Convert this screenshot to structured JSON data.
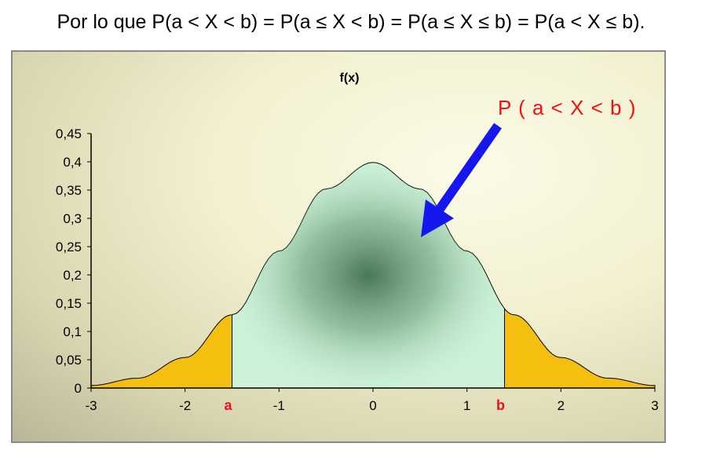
{
  "header": {
    "text": "Por lo que P(a < X < b) = P(a ≤ X < b) = P(a ≤ X ≤ b) = P(a < X ≤ b)."
  },
  "chart_data": {
    "type": "area",
    "title": "f(x)",
    "xlabel": "",
    "ylabel": "",
    "xlim": [
      -3,
      3
    ],
    "ylim": [
      0,
      0.45
    ],
    "x_ticks": [
      "-3",
      "-2",
      "-1",
      "0",
      "1",
      "2",
      "3"
    ],
    "y_ticks": [
      "0",
      "0,05",
      "0,1",
      "0,15",
      "0,2",
      "0,25",
      "0,3",
      "0,35",
      "0,4",
      "0,45"
    ],
    "distribution": "standard normal density",
    "x": [
      -3,
      -2.5,
      -2,
      -1.5,
      -1,
      -0.5,
      0,
      0.5,
      1,
      1.5,
      2,
      2.5,
      3
    ],
    "y": [
      0.0044,
      0.0175,
      0.054,
      0.1295,
      0.242,
      0.3521,
      0.3989,
      0.3521,
      0.242,
      0.1295,
      0.054,
      0.0175,
      0.0044
    ],
    "bounds": {
      "a": -1.5,
      "b": 1.4
    },
    "bound_labels": {
      "a": "a",
      "b": "b"
    },
    "annotation": "P ( a < X < b )",
    "colors": {
      "tails": "#f5bf10",
      "middle": "#ccf2d8",
      "arrow": "#1616ee",
      "annotation": "#ee1111",
      "bound_labels": "#ee1111"
    }
  }
}
